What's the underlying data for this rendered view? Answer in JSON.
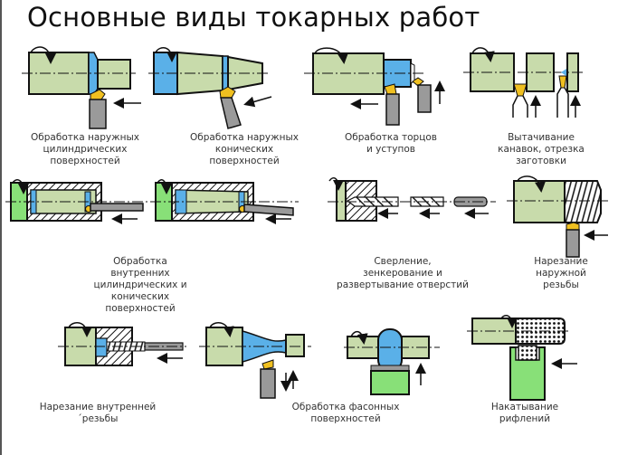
{
  "title": "Основные виды токарных работ",
  "colors": {
    "workpiece": "#c8dbab",
    "machined": "#5ab0e8",
    "insert": "#f0c020",
    "tool": "#9a9a9a",
    "chuck": "#88e078",
    "outline": "#111111"
  },
  "operations": [
    {
      "id": "external-cylindrical",
      "caption": [
        "Обработка наружных",
        "цилиндрических",
        "поверхностей"
      ]
    },
    {
      "id": "external-conical",
      "caption": [
        "Обработка наружных",
        "конических",
        "поверхностей"
      ]
    },
    {
      "id": "facing-shoulders",
      "caption": [
        "Обработка торцов",
        "и уступов"
      ]
    },
    {
      "id": "grooving-parting",
      "caption": [
        "Вытачивание",
        "канавок, отрезка",
        "заготовки"
      ]
    },
    {
      "id": "internal-boring",
      "caption": [
        "Обработка",
        "внутренних",
        "цилиндрических и",
        "конических",
        "поверхностей"
      ]
    },
    {
      "id": "drilling",
      "caption": [
        "Сверление,",
        "зенкерование и",
        "развертывание отверстий"
      ]
    },
    {
      "id": "external-threading",
      "caption": [
        "Нарезание",
        "наружной",
        "резьбы"
      ]
    },
    {
      "id": "internal-threading",
      "caption": [
        "Нарезание внутренней",
        "´резьбы"
      ]
    },
    {
      "id": "form-turning",
      "caption": [
        "Обработка фасонных",
        "поверхностей"
      ]
    },
    {
      "id": "knurling",
      "caption": [
        "Накатывание",
        "рифлений"
      ]
    }
  ]
}
